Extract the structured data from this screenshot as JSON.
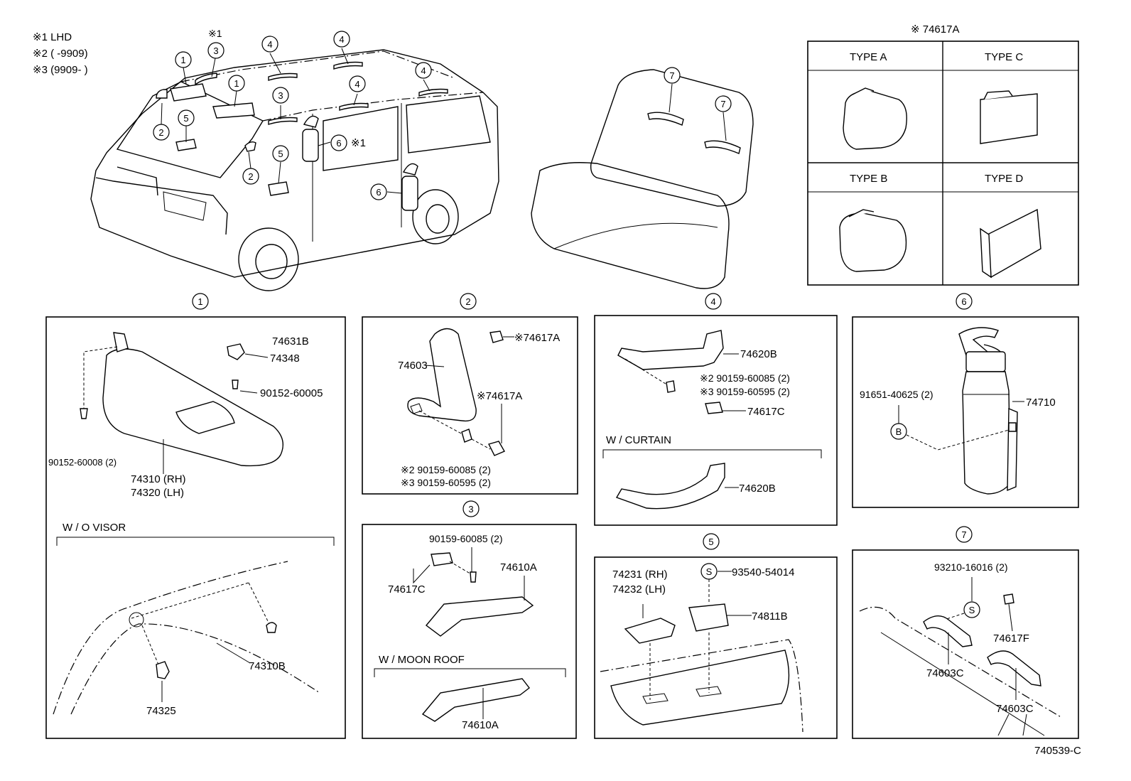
{
  "legend": {
    "l1": "※1 LHD",
    "l2": "※2 (         -9909)",
    "l3": "※3 (9909-          )"
  },
  "overview": {
    "callouts": [
      "1",
      "2",
      "3",
      "4",
      "5",
      "6",
      "7"
    ],
    "star1": "※1",
    "star1_b": "※1"
  },
  "types": {
    "title": "※ 74617A",
    "a": "TYPE  A",
    "b": "TYPE  B",
    "c": "TYPE  C",
    "d": "TYPE  D"
  },
  "p1": {
    "num": "1",
    "a": "74631B",
    "b": "74348",
    "c": "90152-60005",
    "d": "90152-60008 (2)",
    "e": "74310 (RH)",
    "f": "74320 (LH)",
    "sub": "W / O  VISOR",
    "g": "74310B",
    "h": "74325"
  },
  "p2": {
    "num": "2",
    "a": "※74617A",
    "b": "74603",
    "c": "※74617A",
    "d": "※2  90159-60085 (2)",
    "e": "※3  90159-60595 (2)"
  },
  "p3": {
    "num": "3",
    "a": "90159-60085 (2)",
    "b": "74610A",
    "c": "74617C",
    "sub": "W / MOON  ROOF",
    "d": "74610A"
  },
  "p4": {
    "num": "4",
    "a": "74620B",
    "b": "※2  90159-60085 (2)",
    "c": "※3  90159-60595 (2)",
    "d": "74617C",
    "sub": "W / CURTAIN",
    "e": "74620B"
  },
  "p5": {
    "num": "5",
    "a": "74231 (RH)",
    "b": "74232 (LH)",
    "c": "93540-54014",
    "d": "74811B",
    "s": "S"
  },
  "p6": {
    "num": "6",
    "a": "91651-40625 (2)",
    "b": "74710",
    "bb": "B"
  },
  "p7": {
    "num": "7",
    "a": "93210-16016 (2)",
    "b": "74617F",
    "c": "74603C",
    "d": "74603C",
    "s": "S"
  },
  "code": "740539-C"
}
